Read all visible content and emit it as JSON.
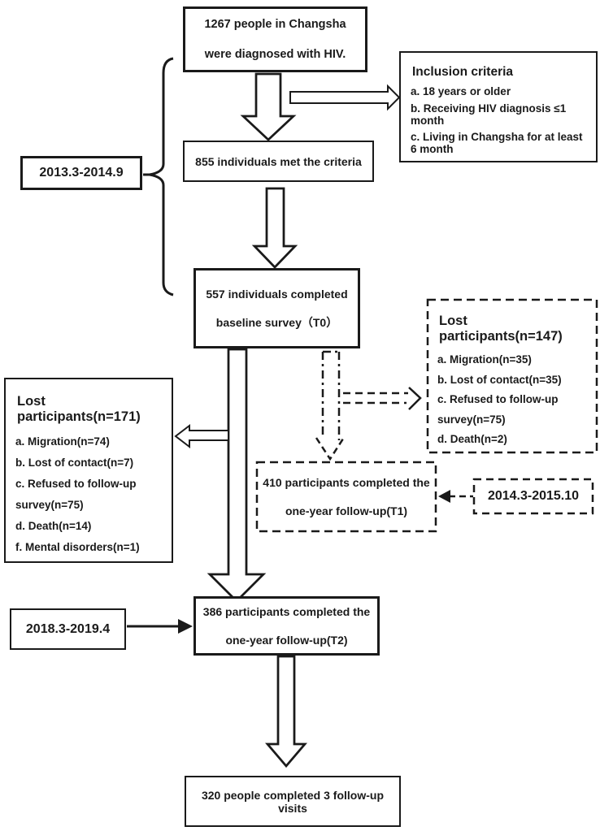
{
  "colors": {
    "line": "#1a1a1a",
    "background": "#ffffff"
  },
  "boxes": {
    "diagnosed": {
      "line1": "1267 people in Changsha",
      "line2": "were diagnosed with HIV."
    },
    "inclusion": {
      "title": "Inclusion criteria",
      "items": [
        "a. 18 years or older",
        "b. Receiving HIV diagnosis ≤1 month",
        "c. Living in Changsha for at least 6 month"
      ]
    },
    "period1": {
      "label": "2013.3-2014.9"
    },
    "met_criteria": {
      "label": "855 individuals met the criteria"
    },
    "baseline": {
      "line1": "557 individuals completed",
      "line2": "baseline survey（T0）"
    },
    "lost_t1": {
      "title": "Lost participants(n=147)",
      "items": [
        "a. Migration(n=35)",
        "b. Lost of contact(n=35)",
        "c. Refused to follow-up",
        "survey(n=75)",
        "d. Death(n=2)"
      ]
    },
    "lost_t2": {
      "title": "Lost participants(n=171)",
      "items": [
        "a. Migration(n=74)",
        "b. Lost of contact(n=7)",
        "c. Refused to follow-up",
        "survey(n=75)",
        "d. Death(n=14)",
        "f. Mental disorders(n=1)"
      ]
    },
    "followup_t1": {
      "line1": "410 participants completed the",
      "line2": "one-year follow-up(T1)"
    },
    "period2": {
      "label": "2014.3-2015.10"
    },
    "followup_t2": {
      "line1": "386 participants completed the",
      "line2": "one-year follow-up(T2)"
    },
    "period3": {
      "label": "2018.3-2019.4"
    },
    "final": {
      "label": "320 people completed 3 follow-up visits"
    }
  }
}
